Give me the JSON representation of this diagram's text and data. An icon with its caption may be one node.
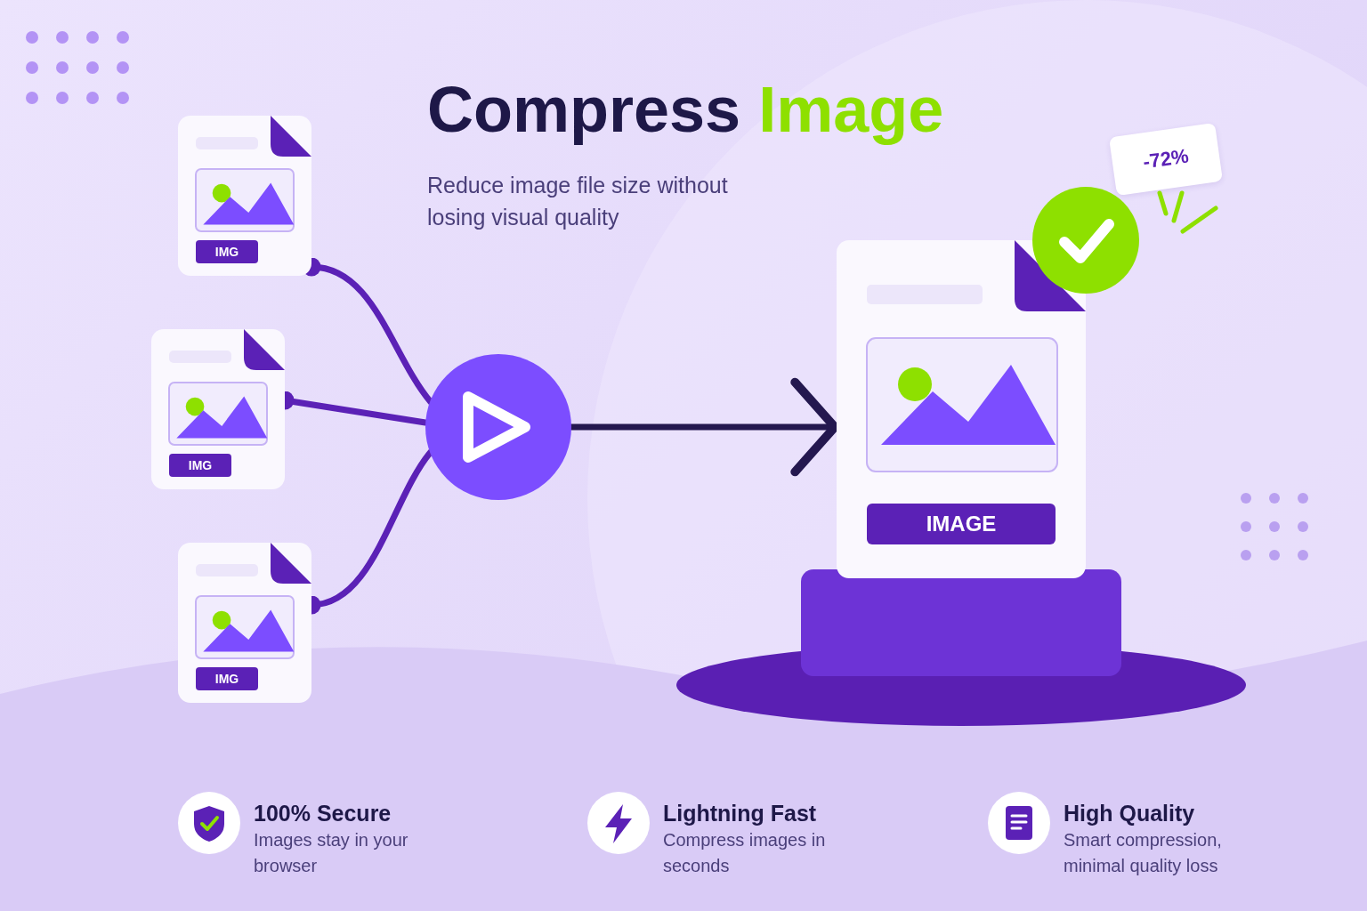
{
  "diagram": {
    "title": "Compress Image",
    "nodes": [
      {
        "text": [
          "IMG"
        ]
      },
      {
        "text": [
          "IMG"
        ]
      },
      {
        "text": [
          "IMG"
        ]
      },
      {
        "text": [],
        "shape": "circle"
      },
      {
        "text": [
          "IMAGE"
        ]
      },
      {
        "text": [
          "-72%"
        ]
      }
    ],
    "edges": [
      {
        "from": 0,
        "to": 3,
        "arrow": "other"
      },
      {
        "from": 1,
        "to": 3,
        "arrow": "other"
      },
      {
        "from": 2,
        "to": 3,
        "arrow": "other"
      },
      {
        "from": 3,
        "to": 4,
        "arrow": "to",
        "color": "#24184f"
      }
    ],
    "labels": [
      "Reduce image file size without losing visual quality",
      "100% Secure",
      "Images stay in your browser",
      "Lightning Fast",
      "Compress images in seconds",
      "High Quality",
      "Smart compression, minimal quality loss"
    ]
  }
}
